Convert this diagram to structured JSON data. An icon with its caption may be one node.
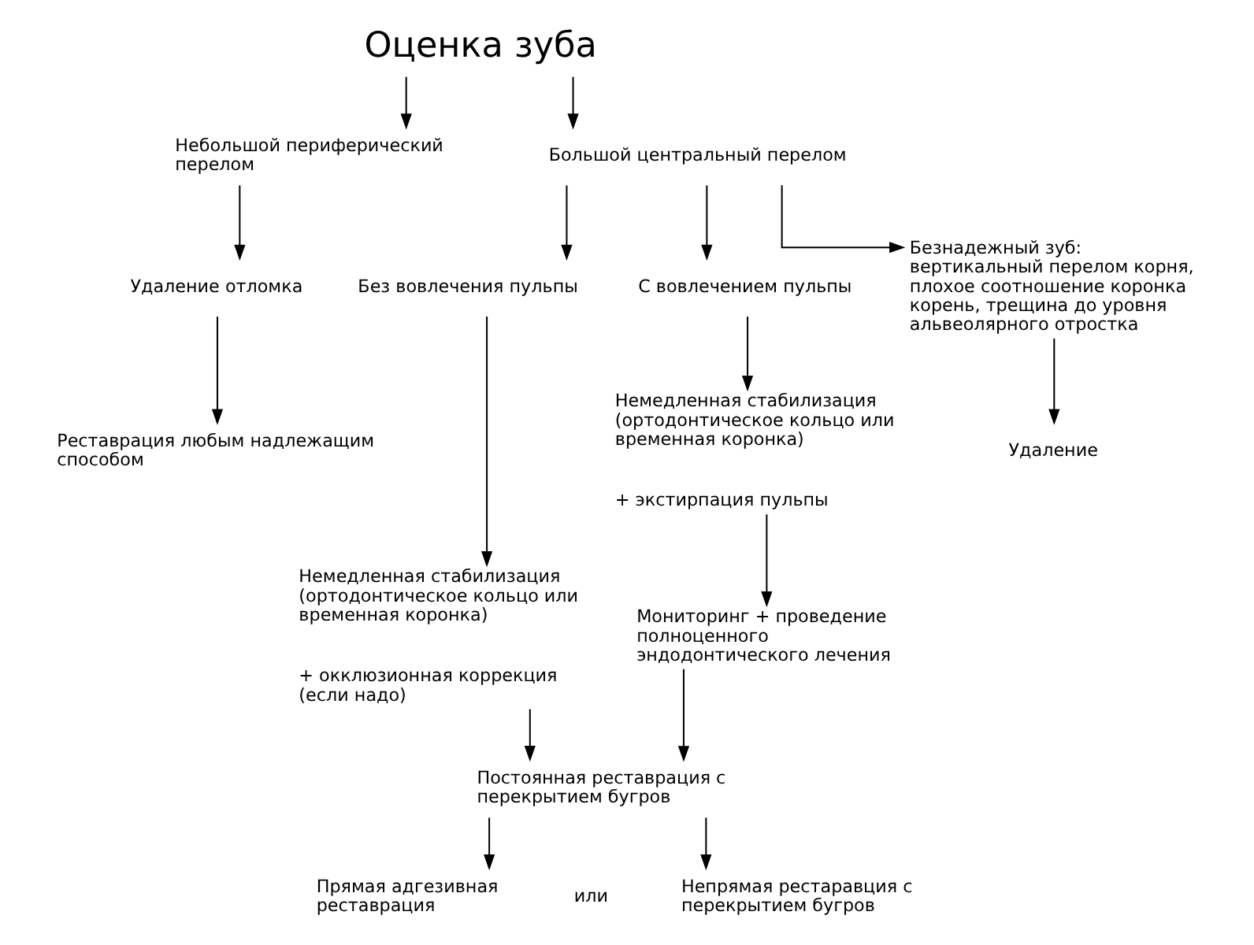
{
  "diagram": {
    "nodes": [
      {
        "text": [
          "Оценка зуба"
        ]
      },
      {
        "text": [
          "Небольшой периферический перелом"
        ]
      },
      {
        "text": [
          "Большой центральный перелом"
        ]
      },
      {
        "text": [
          "Удаление отломка"
        ]
      },
      {
        "text": [
          "Реставрация любым надлежащим способом"
        ]
      },
      {
        "text": [
          "Без вовлечения пульпы"
        ]
      },
      {
        "text": [
          "С вовлечением пульпы"
        ]
      },
      {
        "text": [
          "Безнадежный зуб: вертикальный перелом корня, плохое соотношение коронка корень, трещина до уровня альвеолярного отростка"
        ]
      },
      {
        "text": [
          "Немедленная стабилизация (ортодонтическое кольцо или временная коронка)",
          "+ окклюзионная коррекция (если надо)"
        ]
      },
      {
        "text": [
          "Немедленная стабилизация (ортодонтическое кольцо или временная коронка)",
          "+ экстирпация пульпы"
        ]
      },
      {
        "text": [
          "Удаление"
        ]
      },
      {
        "text": [
          "Постоянная реставрация с перекрытием бугров"
        ]
      },
      {
        "text": [
          "Мониторинг + проведение полноценного эндодонтического лечения"
        ]
      },
      {
        "text": [
          "Прямая адгезивная реставрация"
        ]
      },
      {
        "text": [
          "Непрямая рестаравция с перекрытием бугров"
        ]
      }
    ],
    "edges": [
      {
        "from": 0,
        "to": 1,
        "arrow": "to"
      },
      {
        "from": 0,
        "to": 2,
        "arrow": "to"
      },
      {
        "from": 1,
        "to": 3,
        "arrow": "to"
      },
      {
        "from": 3,
        "to": 4,
        "arrow": "to"
      },
      {
        "from": 2,
        "to": 5,
        "arrow": "to"
      },
      {
        "from": 2,
        "to": 6,
        "arrow": "to"
      },
      {
        "from": 2,
        "to": 7,
        "arrow": "to"
      },
      {
        "from": 5,
        "to": 8,
        "arrow": "to"
      },
      {
        "from": 6,
        "to": 9,
        "arrow": "to"
      },
      {
        "from": 7,
        "to": 10,
        "arrow": "to"
      },
      {
        "from": 8,
        "to": 11,
        "arrow": "to"
      },
      {
        "from": 9,
        "to": 12,
        "arrow": "to"
      },
      {
        "from": 12,
        "to": 11,
        "arrow": "to"
      },
      {
        "from": 11,
        "to": 13,
        "arrow": "to"
      },
      {
        "from": 11,
        "to": 14,
        "arrow": "to"
      }
    ],
    "labels": [
      "или"
    ]
  }
}
